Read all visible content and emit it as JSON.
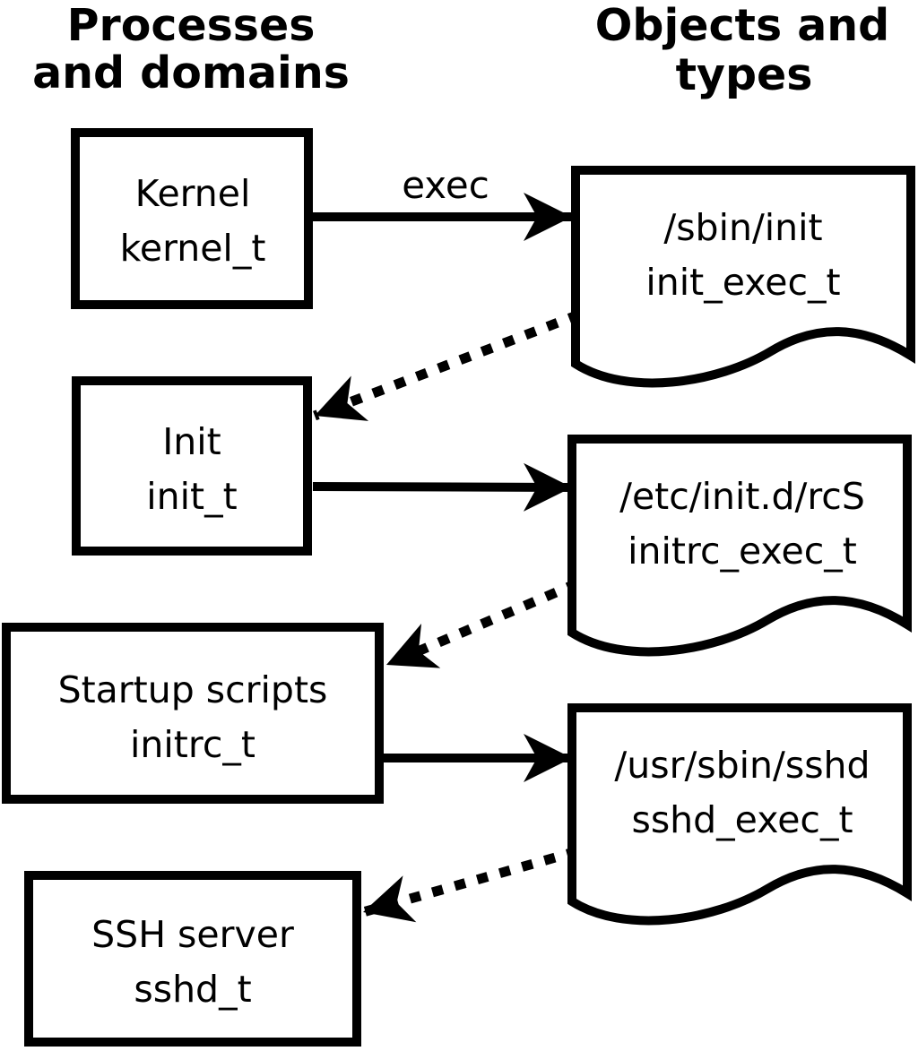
{
  "headers": {
    "left": {
      "line1": "Processes",
      "line2": "and domains"
    },
    "right": {
      "line1": "Objects and",
      "line2": "types"
    }
  },
  "process_nodes": [
    {
      "name": "Kernel",
      "type": "kernel_t"
    },
    {
      "name": "Init",
      "type": "init_t"
    },
    {
      "name": "Startup scripts",
      "type": "initrc_t"
    },
    {
      "name": "SSH server",
      "type": "sshd_t"
    }
  ],
  "object_nodes": [
    {
      "path": "/sbin/init",
      "type": "init_exec_t"
    },
    {
      "path": "/etc/init.d/rcS",
      "type": "initrc_exec_t"
    },
    {
      "path": "/usr/sbin/sshd",
      "type": "sshd_exec_t"
    }
  ],
  "edge_labels": {
    "exec": "exec"
  },
  "colors": {
    "line": "#000000",
    "background": "#ffffff",
    "node_fill": "#ffffff"
  }
}
